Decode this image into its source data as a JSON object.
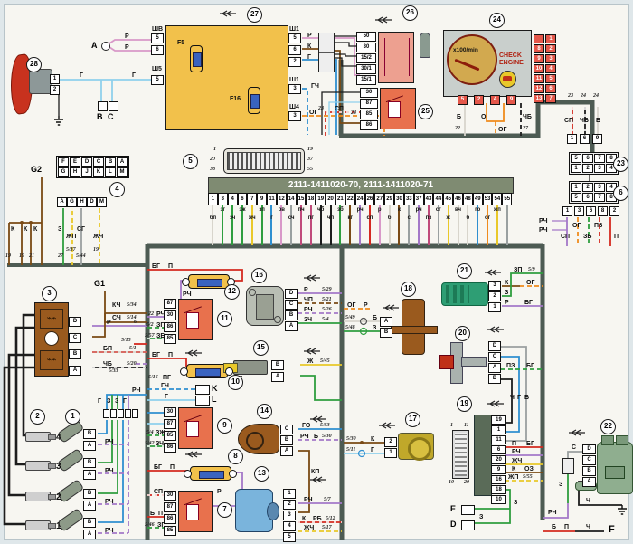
{
  "palette": {
    "red": "#d42a20",
    "blue": "#2f8fd0",
    "lblue": "#8fd0ec",
    "green": "#2f9e3f",
    "yellow": "#e9c829",
    "orange": "#ef8b1d",
    "brown": "#7a4a15",
    "violet": "#a478c8",
    "pink": "#d898c8",
    "white": "#d8d5cc",
    "gray": "#9aa0a0",
    "black": "#1d1d1d",
    "bus": "#4d5b53",
    "blockYellow": "#f2c14b",
    "fuseBlue": "#3a63c0",
    "relayOrange": "#e8714d",
    "relayPink": "#eda090",
    "panel": "#c9cfcc",
    "tach": "#d2a94f",
    "ecuHead": "#7f8b72",
    "sensorGreen": "#2e9e74",
    "fanRed": "#c8321e",
    "bodyBrown": "#9a5a1e",
    "maf": "#7ab4dc",
    "pump": "#8fae8f"
  },
  "ecu": {
    "badge": "5",
    "title": "2111-1411020-70, 2111-1411020-71",
    "corners": {
      "p1": "1",
      "p19": "19",
      "p20": "20",
      "p37": "37",
      "p38": "38",
      "p55": "55"
    },
    "pins": [
      "1",
      "3",
      "4",
      "6",
      "7",
      "9",
      "11",
      "12",
      "14",
      "15",
      "18",
      "19",
      "20",
      "21",
      "22",
      "24",
      "26",
      "27",
      "29",
      "30",
      "33",
      "37",
      "43",
      "44",
      "45",
      "46",
      "48",
      "49",
      "53",
      "54",
      "55"
    ],
    "stubs": [
      {
        "l": "бп",
        "c": "#d8d5cc"
      },
      {
        "l": "зг",
        "c": "#2f9e3f"
      },
      {
        "l": "зч",
        "c": "#2f9e3f"
      },
      {
        "l": "зж",
        "c": "#2f9e3f"
      },
      {
        "l": "жч",
        "c": "#e9c829"
      },
      {
        "l": "зп",
        "c": "#2f9e3f"
      },
      {
        "l": "г",
        "c": "#2f8fd0"
      },
      {
        "l": "рв",
        "c": "#d898c8"
      },
      {
        "l": "сч",
        "c": "#9aa0a0"
      },
      {
        "l": "пч",
        "c": "#c04a7a"
      },
      {
        "l": "пг",
        "c": "#c04a7a"
      },
      {
        "l": "чб",
        "c": "#1d1d1d"
      },
      {
        "l": "чп",
        "c": "#1d1d1d"
      },
      {
        "l": "зб",
        "c": "#2f9e3f"
      },
      {
        "l": "кг",
        "c": "#7a4a15"
      },
      {
        "l": "рч",
        "c": "#a478c8"
      },
      {
        "l": "сп",
        "c": "#d42a20"
      },
      {
        "l": "р",
        "c": "#d898c8"
      },
      {
        "l": "б",
        "c": "#d8d5cc"
      },
      {
        "l": "к",
        "c": "#7a4a15"
      },
      {
        "l": "с",
        "c": "#9aa0a0"
      },
      {
        "l": "рч",
        "c": "#a478c8"
      },
      {
        "l": "пз",
        "c": "#c04a7a"
      },
      {
        "l": "сг",
        "c": "#9aa0a0"
      },
      {
        "l": "ж",
        "c": "#e9c829"
      },
      {
        "l": "вч",
        "c": "#d8d5cc"
      },
      {
        "l": "б",
        "c": "#d8d5cc"
      },
      {
        "l": "го",
        "c": "#2f8fd0"
      },
      {
        "l": "ог",
        "c": "#ef8b1d"
      },
      {
        "l": "жп",
        "c": "#e9c829"
      },
      {
        "l": "",
        "c": "#9aa0a0"
      }
    ]
  },
  "top": {
    "fan": {
      "badge": "28",
      "pins": [
        "1",
        "2"
      ]
    },
    "conn_a": "A",
    "conn_b": "B",
    "conn_c": "C",
    "wr_p1": "Р",
    "wr_p2": "Р",
    "wr_g1": "Г",
    "wr_g2": "Г",
    "block": {
      "badge": "27",
      "f5": "F5",
      "f16": "F16",
      "shv": "ШВ",
      "shv_pins": [
        "5",
        "6"
      ],
      "sh5": "Ш5",
      "sh5_pins": [
        "5"
      ],
      "sh1a": "Ш1",
      "sh1a_pins": [
        "5",
        "6",
        "2"
      ],
      "sh1b": "Ш1",
      "sh1b_pins": [
        "3"
      ],
      "sh4": "Ш4",
      "sh4_pins": [
        "3"
      ],
      "wr_r": "Р",
      "wr_k": "К",
      "wr_g": "Г",
      "wr_gch": "ГЧ",
      "wr_og": "ОГ",
      "n24": "24"
    },
    "ign": {
      "badge": "26",
      "pins": [
        "50",
        "30",
        "15/2",
        "30/1",
        "15/1"
      ]
    },
    "relay25": {
      "badge": "25",
      "pins": [
        "30",
        "87",
        "85",
        "86"
      ],
      "n23": "23",
      "wr_sp": "СП"
    },
    "cluster": {
      "badge": "24",
      "tach": "x100/min",
      "check1": "CHECK",
      "check2": "ENGINE",
      "pins": [
        "5",
        "2",
        "4",
        "9"
      ],
      "w1c": "Б",
      "w1n": "22",
      "w2c": "О",
      "w3c": "ОГ",
      "w3n": "27",
      "w4c": "ЧБ",
      "w4n": "27",
      "conn_rows": [
        [
          "",
          "1"
        ],
        [
          "8",
          "2"
        ],
        [
          "9",
          "3"
        ],
        [
          "10",
          "4"
        ],
        [
          "11",
          "5"
        ],
        [
          "12",
          "6"
        ],
        [
          "13",
          "7"
        ]
      ]
    },
    "right3": {
      "nums": [
        "23",
        "24",
        "24"
      ],
      "labels": [
        "СП",
        "ЧБ",
        "Б"
      ],
      "pins": [
        "1",
        "6",
        "9"
      ]
    }
  },
  "conn23": {
    "badge": "23",
    "row1": [
      "5",
      "6",
      "7",
      "8"
    ],
    "row2": [
      "1",
      "2",
      "3",
      "4"
    ]
  },
  "conn6": {
    "badge": "6",
    "row1": [
      "1",
      "2",
      "3",
      "4"
    ],
    "row2": [
      "5",
      "6",
      "7",
      "8"
    ]
  },
  "pinrow": {
    "pins": [
      "1",
      "3",
      "6",
      "8",
      "2"
    ],
    "l1": "РЧ",
    "l2": "РЧ",
    "l3": "СП",
    "n3": "5/27",
    "l4": "ОГ",
    "n4": "5/34",
    "l5": "ЗБ",
    "n5": "5/22",
    "l6": "ПЗ",
    "n6": "5/43",
    "l7": "П",
    "n7": "21"
  },
  "left": {
    "g2": "G2",
    "g1": "G1",
    "k_wires": [
      {
        "l": "К",
        "n": "19"
      },
      {
        "l": "К",
        "n": "19"
      },
      {
        "l": "К",
        "n": "21"
      },
      {
        "l": "К",
        "n": ""
      }
    ],
    "conn4": {
      "badge": "4",
      "row1": [
        "F",
        "E",
        "D",
        "C",
        "B",
        "A"
      ],
      "row2": [
        "G",
        "H",
        "J",
        "K",
        "L",
        "M"
      ],
      "pins": [
        "A",
        "G",
        "H",
        "D",
        "M"
      ],
      "wires": [
        {
          "l": "З",
          "n": "27"
        },
        {
          "l": "ЖП",
          "n": "5/37"
        },
        {
          "l": "СГ",
          "n": "5/44"
        },
        {
          "l": "ЖЧ",
          "n": "19"
        }
      ]
    },
    "module3": {
      "badge": "3",
      "pins": [
        "D",
        "C",
        "B",
        "A"
      ],
      "wD": "Р",
      "wDn": "6",
      "wB": "БП",
      "wBn": "5/1",
      "wA": "ЧБ",
      "wAn": "5/20",
      "g1w1": "КЧ",
      "g1n1": "5/34",
      "g1w2": "СЧ",
      "g1n2": "5/14",
      "x1": "5/15",
      "x2": "ПЧ",
      "x2n": "5/33"
    },
    "plugs": {
      "badge": "2",
      "nums": [
        "4",
        "3",
        "2",
        "1"
      ]
    },
    "injectors": {
      "badge": "1",
      "pinB": "B",
      "pinA": "A",
      "wA": "РЧ"
    },
    "strip": [
      "Г",
      "З",
      "З",
      "Г"
    ],
    "strip5": "РЧ"
  },
  "relays": {
    "f12": {
      "badge": "12",
      "wl1": "БГ",
      "wl2": "П",
      "wv": "РЧ"
    },
    "r11": {
      "badge": "11",
      "pins": [
        "87",
        "30",
        "86",
        "85"
      ],
      "w30n": "22",
      "w30": "РЧ",
      "w86n": "5/2",
      "w86": "ЗГ",
      "w85n": "5/57",
      "w85": "ЗБ"
    },
    "f10": {
      "badge": "10",
      "wl1": "БГ",
      "wl2": "П",
      "wb1": "5/16",
      "wb2": "ПГ"
    },
    "kline": {
      "w": "ГЧ",
      "t": "K"
    },
    "lline": {
      "w": "Г",
      "t": "L"
    },
    "r9": {
      "badge": "9",
      "pins": [
        "30",
        "87",
        "85",
        "86"
      ],
      "w85n": "5/4",
      "w85": "ЗЖ",
      "w86n": "5/42",
      "w86": "ЗЧ"
    },
    "f8": {
      "badge": "8",
      "wl1": "БГ",
      "wl2": "П",
      "wv": "Р"
    },
    "r7": {
      "badge": "7",
      "pins": [
        "30",
        "87",
        "86",
        "85"
      ],
      "w30": "СП",
      "w86a": "Б",
      "w86b": "П",
      "w85n": "5/46",
      "w85": "ЗП"
    }
  },
  "sensors": {
    "s16": {
      "badge": "16",
      "pins": [
        "D",
        "C",
        "B",
        "A"
      ],
      "wires": [
        {
          "l": "Р",
          "n": "5/29"
        },
        {
          "l": "ЧП",
          "n": "5/21"
        },
        {
          "l": "РЧ",
          "n": "5/26"
        },
        {
          "l": "ЗЧ",
          "n": "5/4"
        }
      ]
    },
    "s15": {
      "badge": "15",
      "pins": [
        "B",
        "A"
      ],
      "wB": "Ж",
      "wBn": "5/45"
    },
    "s14": {
      "badge": "14",
      "pins": [
        "C",
        "B",
        "A"
      ],
      "wC": "ГО",
      "wCn": "5/53",
      "wB1": "РЧ",
      "wB2": "Б",
      "wBn": "5/30",
      "wA": "КП"
    },
    "s13": {
      "badge": "13",
      "pins": [
        "1",
        "2",
        "3",
        "4",
        "5"
      ],
      "w2": "РЧ",
      "w2n": "5/7",
      "w4a": "К",
      "w4b": "РБ",
      "w4n": "5/12",
      "w5": "ЖЧ",
      "w5n": "5/17"
    },
    "s18": {
      "badge": "18",
      "pins": [
        "A",
        "B"
      ],
      "wA": "Б",
      "wAn": "5/49",
      "wB": "З",
      "wBn": "5/48",
      "og": "ОГ",
      "ogr": "Р"
    },
    "s17": {
      "badge": "17",
      "pins": [
        "2",
        "1"
      ],
      "w2": "К",
      "w2n": "5/30",
      "w1": "Г",
      "w1n": "5/11"
    },
    "s21": {
      "badge": "21",
      "pins": [
        "3",
        "2",
        "1"
      ],
      "w3a": "К",
      "w3b": "ОГ",
      "w2": "З",
      "w2t": "ЗП",
      "w2n": "5/9",
      "w1a": "Р",
      "w1b": "БГ"
    },
    "s20": {
      "badge": "20",
      "pins": [
        "D",
        "C",
        "A",
        "B"
      ],
      "wA1": "ПЗ",
      "wA2": "БГ",
      "d1": "Ч",
      "d2": "Г",
      "d3": "Б"
    }
  },
  "diag": {
    "badge": "19",
    "pins": [
      "19",
      "1",
      "11",
      "6",
      "20",
      "9",
      "16",
      "18",
      "10"
    ],
    "corner_tl": "1",
    "corner_tr": "11",
    "corner_bl": "10",
    "corner_br": "20",
    "w6a": "П",
    "w6b": "БГ",
    "w20": "РЧ",
    "w9": "ЖЧ",
    "w16a": "К",
    "w16b": "ОЗ",
    "w18": "ЖП",
    "w18n": "5/55",
    "w10": "З",
    "w10b": "З"
  },
  "bottom": {
    "e": "E",
    "d": "D",
    "f": "F",
    "pump": {
      "badge": "22",
      "pins": [
        "D",
        "C",
        "B",
        "A"
      ],
      "wD": "С",
      "wz": "З",
      "wrch": "РЧ",
      "wch": "Ч",
      "wb": "Б",
      "wp": "П",
      "wch2": "Ч"
    }
  }
}
